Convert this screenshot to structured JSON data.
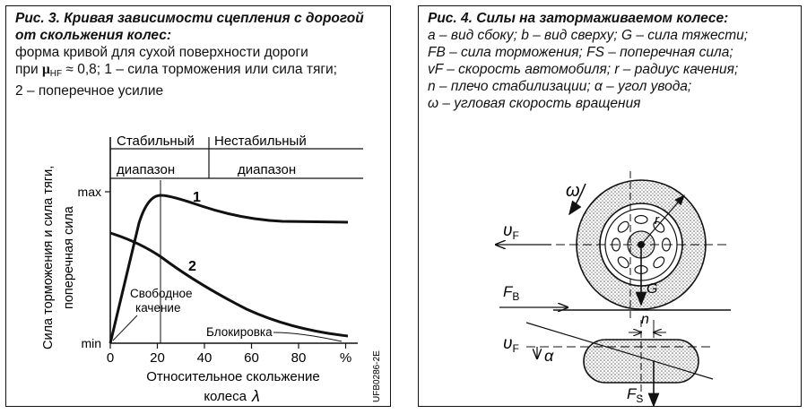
{
  "fig3": {
    "title_line1": "Рис. 3. Кривая зависимости сцепления с дорогой",
    "title_line2": "от скольжения колес:",
    "desc_line1": "форма кривой для сухой поверхности дороги",
    "desc_line2_a": "при ",
    "mu": "μ",
    "mu_sub": "HF",
    "desc_line2_b": " ≈ 0,8; ",
    "desc_line2_c": "1 – сила торможения или сила тяги;",
    "desc_line3": "2 – поперечное усилие",
    "stable_zone": "Стабильный",
    "stable_zone2": "диапазон",
    "unstable_zone": "Нестабильный",
    "unstable_zone2": "диапазон",
    "ylabel_line1": "Сила торможения и сила тяги,",
    "ylabel_line2": "поперечная сила",
    "ytick_max": "max",
    "ytick_min": "min",
    "xticks": [
      "0",
      "20",
      "40",
      "60",
      "80",
      "%"
    ],
    "xlabel_line1": "Относительное скольжение",
    "xlabel_line2": "колеса",
    "lambda": "λ",
    "curve1_label": "1",
    "curve2_label": "2",
    "free_rolling_1": "Свободное",
    "free_rolling_2": "качение",
    "lock_label": "Блокировка",
    "code": "UFB0286-2E"
  },
  "fig4": {
    "title": "Рис. 4. Силы на затормаживаемом колесе:",
    "line1": "a – вид сбоку; b – вид сверху; G – сила тяжести;",
    "line2": "FB – сила торможения; FS – поперечная сила;",
    "line3": "vF – скорость автомобиля; r – радиус качения;",
    "line4": "n – плечо стабилизации; α – угол увода;",
    "line5": "ω – угловая скорость вращения",
    "omega": "ω",
    "r": "r",
    "G": "G",
    "v": "υ",
    "v_sub": "F",
    "F": "F",
    "FB_sub": "B",
    "FS_sub": "S",
    "n": "n",
    "alpha": "α"
  }
}
